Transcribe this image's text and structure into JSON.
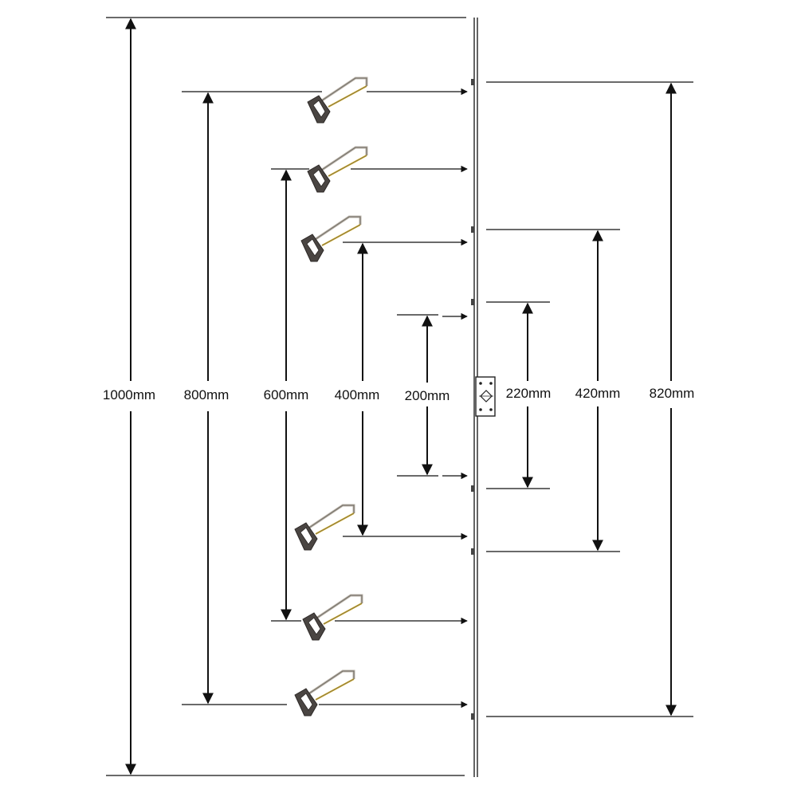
{
  "title": "",
  "colors": {
    "line": "#111111",
    "saw_handle": "#4a4542",
    "saw_frame": "#b9b3a8",
    "saw_accent": "#c8a21a",
    "bar": "#222222"
  },
  "left_dimensions": [
    {
      "label": "1000mm"
    },
    {
      "label": "800mm"
    },
    {
      "label": "600mm"
    },
    {
      "label": "400mm"
    },
    {
      "label": "200mm"
    }
  ],
  "right_dimensions": [
    {
      "label": "220mm"
    },
    {
      "label": "420mm"
    },
    {
      "label": "820mm"
    }
  ],
  "icons": {
    "saw": "hacksaw-icon",
    "keep": "gearbox-keep-icon",
    "hook": "hook-bolt-icon"
  }
}
